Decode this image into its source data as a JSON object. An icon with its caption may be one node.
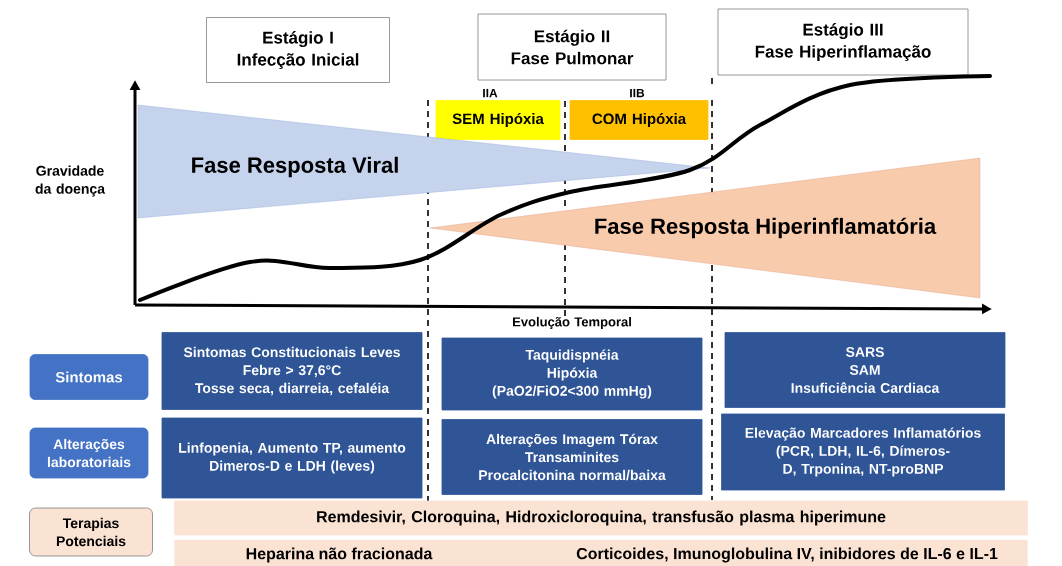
{
  "diagram": {
    "nodes": [
      {
        "text": [
          "Estágio I",
          "Infecção Inicial"
        ]
      },
      {
        "text": [
          "Estágio II",
          "Fase Pulmonar"
        ]
      },
      {
        "text": [
          "Estágio III",
          "Fase Hiperinflamação"
        ]
      },
      {
        "text": [
          "SEM Hipóxia"
        ]
      },
      {
        "text": [
          "COM Hipóxia"
        ]
      },
      {
        "text": [
          "Fase Resposta Viral"
        ]
      },
      {
        "text": [
          "Fase Resposta Hiperinflamatória"
        ]
      },
      {
        "text": [
          "Sintomas"
        ]
      },
      {
        "text": [
          "Alterações laboratoriais"
        ]
      },
      {
        "text": [
          "Terapias Potenciais"
        ]
      },
      {
        "text": [
          "Sintomas Constitucionais Leves",
          "Febre > 37,6°C",
          "Tosse seca, diarreia, cefaléia"
        ]
      },
      {
        "text": [
          "Taquidispnéia",
          "Hipóxia",
          "(PaO2/FiO2<300 mmHg)"
        ]
      },
      {
        "text": [
          "SARS",
          "SAM",
          "Insuficiência Cardiaca"
        ]
      },
      {
        "text": [
          "Linfopenia, Aumento TP, aumento Dimeros-D e LDH (leves)"
        ]
      },
      {
        "text": [
          "Alterações Imagem Tórax",
          "Transaminites",
          "Procalcitonina normal/baixa"
        ]
      },
      {
        "text": [
          "Elevação Marcadores Inflamatórios (PCR, LDH, IL-6, Dímeros-D, Trponina, NT-proBNP"
        ]
      },
      {
        "text": [
          "Remdesivir, Cloroquina, Hidroxicloroquina, transfusão plasma hiperimune"
        ]
      },
      {
        "text": [
          "Heparina não fracionada",
          "Corticoides, Imunoglobulina IV, inibidores de IL-6 e IL-1"
        ]
      }
    ],
    "labels": [
      "IIA",
      "IIB",
      "Gravidade da doença",
      "Evolução Temporal"
    ]
  }
}
